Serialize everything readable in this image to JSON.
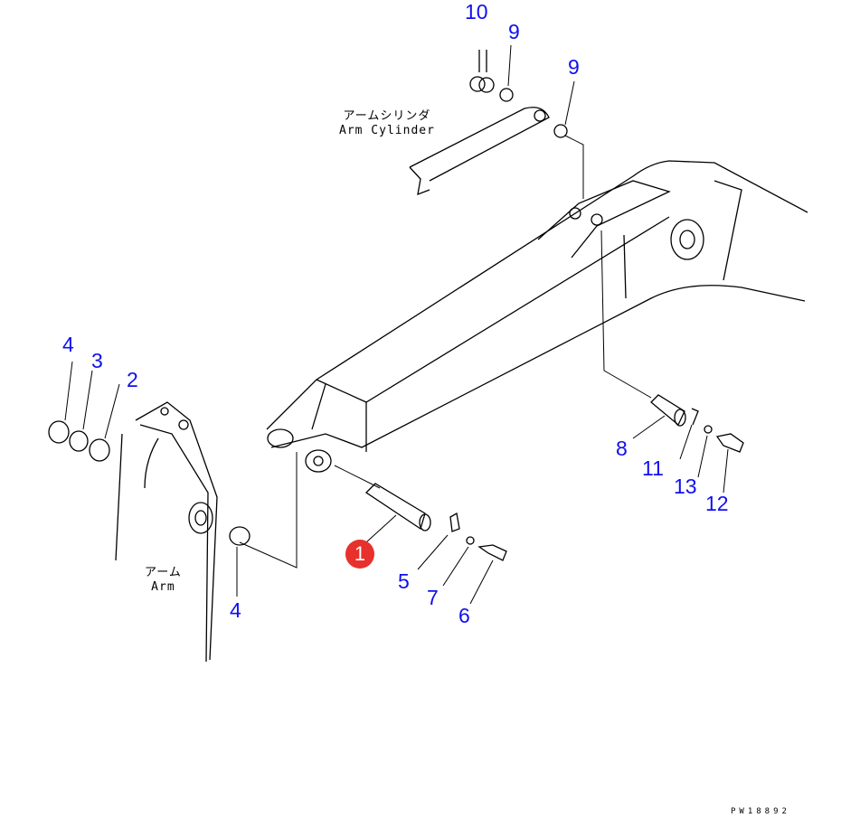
{
  "labels": {
    "arm_cylinder_jp": "アームシリンダ",
    "arm_cylinder_en": "Arm Cylinder",
    "arm_jp": "アーム",
    "arm_en": "Arm",
    "drawing_code": "PW18892"
  },
  "callouts": {
    "highlighted": "1",
    "highlight_color": "#e8302c",
    "part_color": "#1010ee",
    "n10": "10",
    "n9a": "9",
    "n9b": "9",
    "n4a": "4",
    "n3": "3",
    "n2": "2",
    "n4b": "4",
    "n5": "5",
    "n7": "7",
    "n6": "6",
    "n8": "8",
    "n11": "11",
    "n13": "13",
    "n12": "12"
  }
}
